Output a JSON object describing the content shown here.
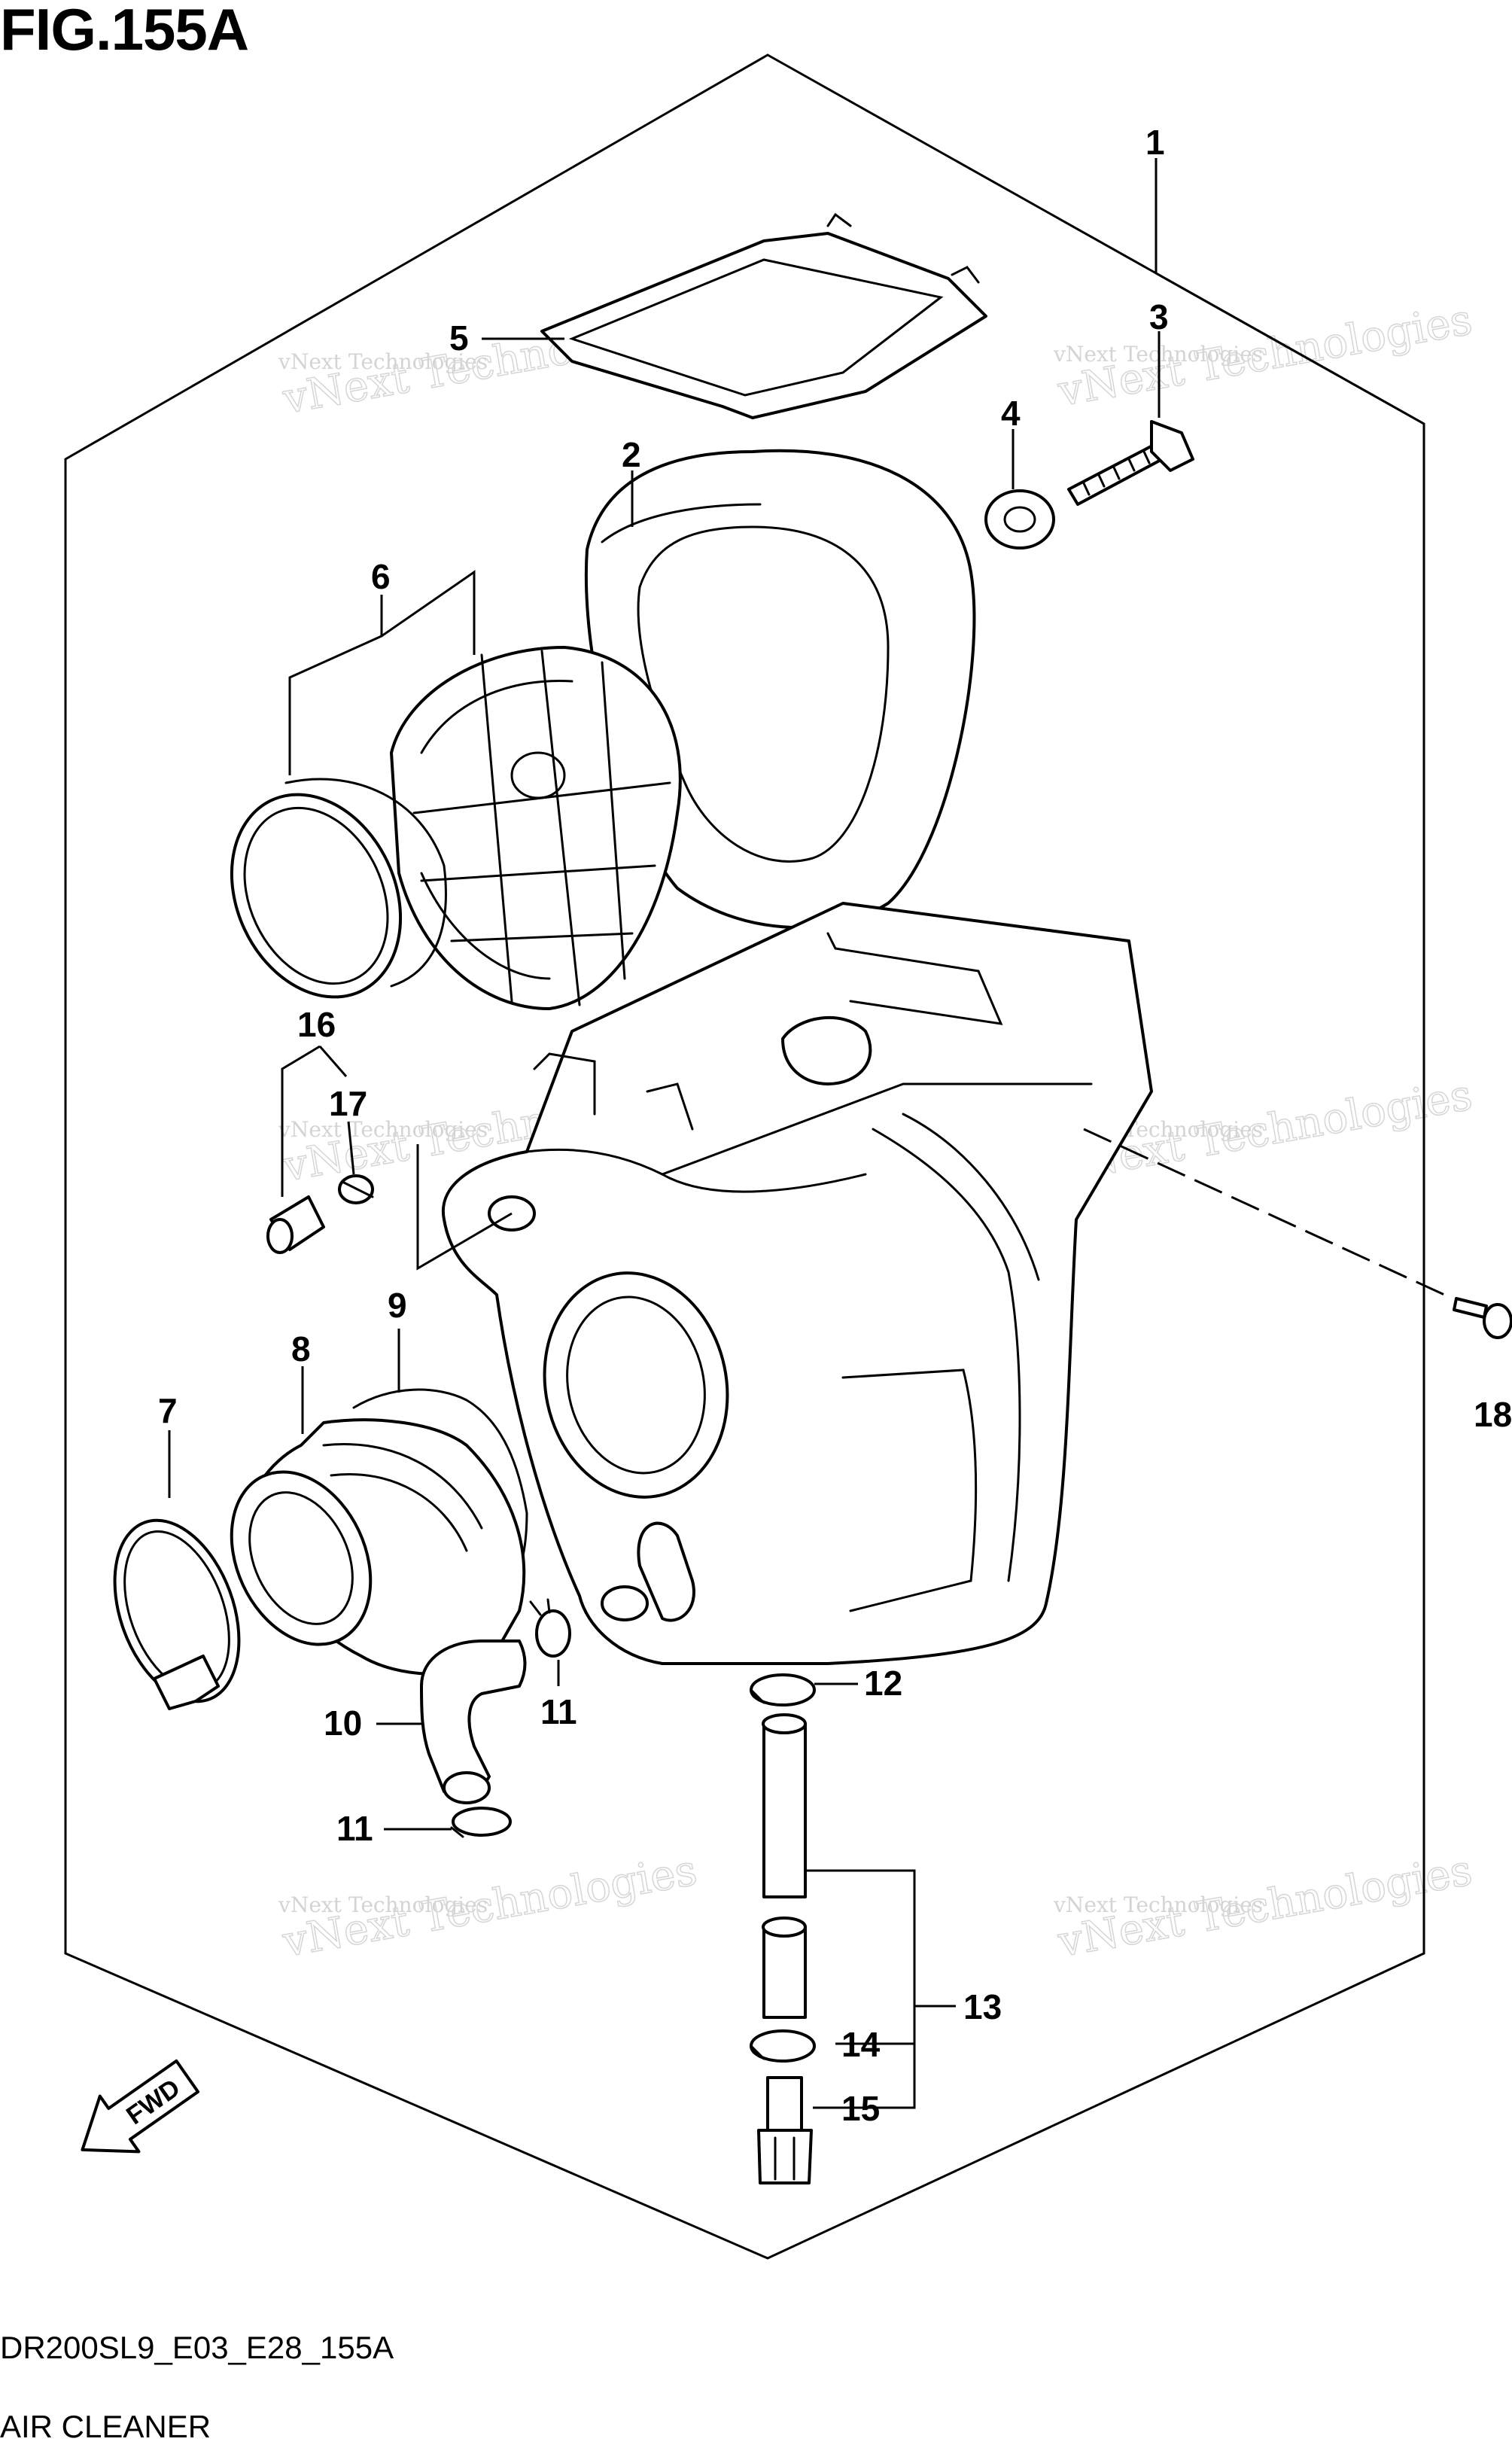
{
  "figure_title": "FIG.155A",
  "diagram_code": "DR200SL9_E03_E28_155A",
  "diagram_name": "AIR CLEANER",
  "fwd_label": "FWD",
  "watermark": {
    "line1": "vNext Technologies",
    "line2": "vNext Technologies"
  },
  "callouts": [
    {
      "id": "1",
      "label": "1"
    },
    {
      "id": "2",
      "label": "2"
    },
    {
      "id": "3",
      "label": "3"
    },
    {
      "id": "4",
      "label": "4"
    },
    {
      "id": "5",
      "label": "5"
    },
    {
      "id": "6",
      "label": "6"
    },
    {
      "id": "7",
      "label": "7"
    },
    {
      "id": "8",
      "label": "8"
    },
    {
      "id": "9",
      "label": "9"
    },
    {
      "id": "10",
      "label": "10"
    },
    {
      "id": "11a",
      "label": "11"
    },
    {
      "id": "11b",
      "label": "11"
    },
    {
      "id": "12",
      "label": "12"
    },
    {
      "id": "13",
      "label": "13"
    },
    {
      "id": "14",
      "label": "14"
    },
    {
      "id": "15",
      "label": "15"
    },
    {
      "id": "16",
      "label": "16"
    },
    {
      "id": "17",
      "label": "17"
    },
    {
      "id": "18",
      "label": "18"
    }
  ]
}
